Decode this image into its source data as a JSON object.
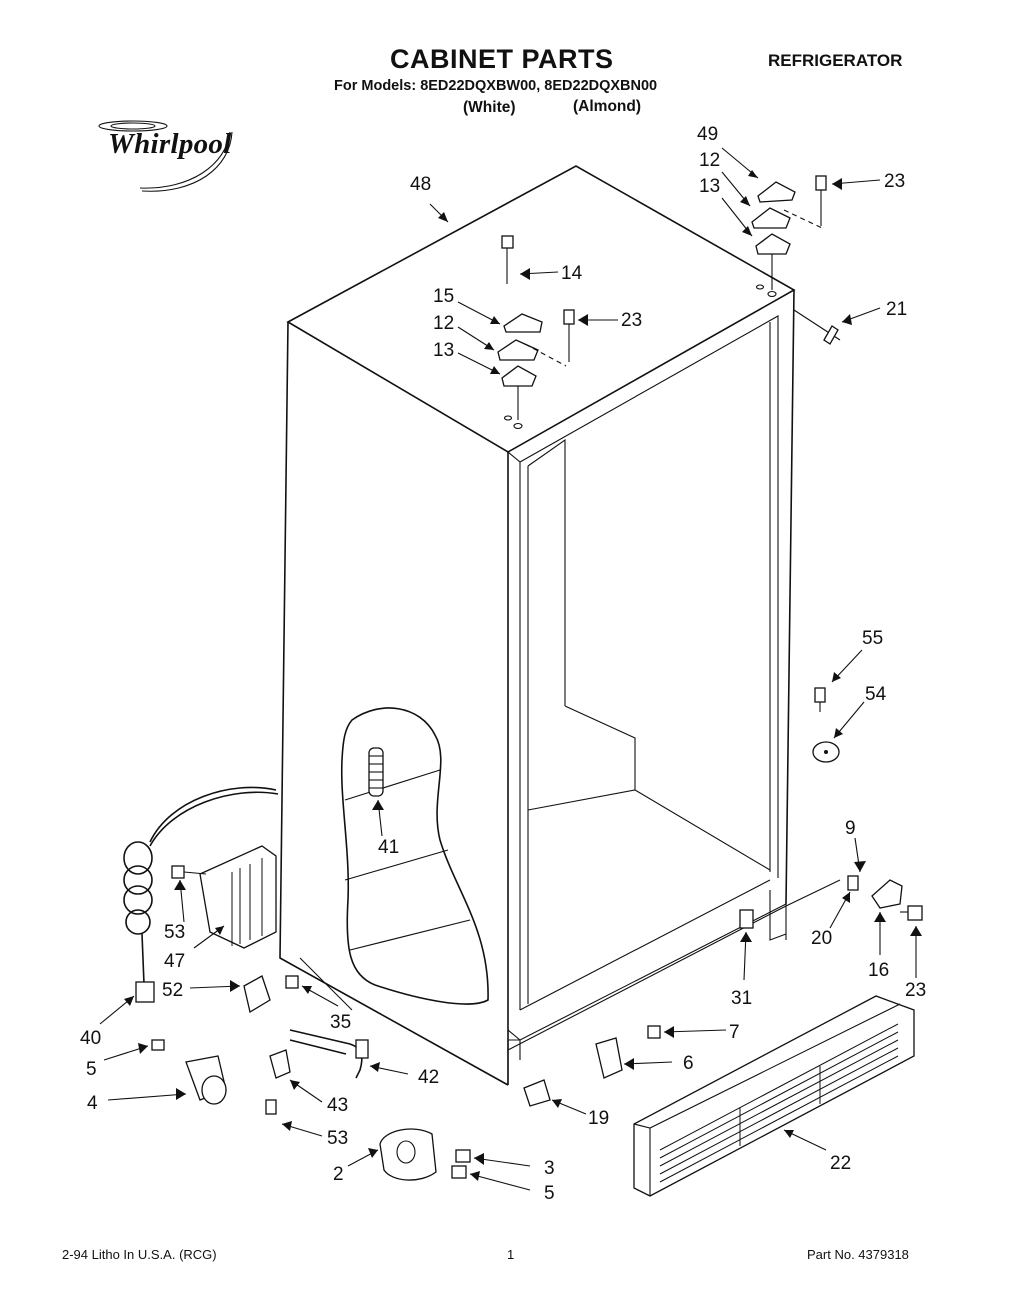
{
  "header": {
    "title": "CABINET PARTS",
    "category": "REFRIGERATOR",
    "models": "For Models: 8ED22DQXBW00, 8ED22DQXBN00",
    "variant_white": "(White)",
    "variant_almond": "(Almond)"
  },
  "brand": {
    "logo_text": "Whirlpool"
  },
  "footer": {
    "print_info": "2-94 Litho In U.S.A. (RCG)",
    "page_number": "1",
    "part_number": "Part No. 4379318"
  },
  "callouts": {
    "c48": "48",
    "c49": "49",
    "c12a": "12",
    "c13a": "13",
    "c23a": "23",
    "c14": "14",
    "c15": "15",
    "c12b": "12",
    "c13b": "13",
    "c23b": "23",
    "c21": "21",
    "c55": "55",
    "c54": "54",
    "c41": "41",
    "c9": "9",
    "c20": "20",
    "c16": "16",
    "c23c": "23",
    "c31": "31",
    "c53a": "53",
    "c47": "47",
    "c52": "52",
    "c40": "40",
    "c35": "35",
    "c7": "7",
    "c6": "6",
    "c5a": "5",
    "c4": "4",
    "c42": "42",
    "c43": "43",
    "c19": "19",
    "c53b": "53",
    "c22": "22",
    "c2": "2",
    "c3": "3",
    "c5b": "5"
  }
}
